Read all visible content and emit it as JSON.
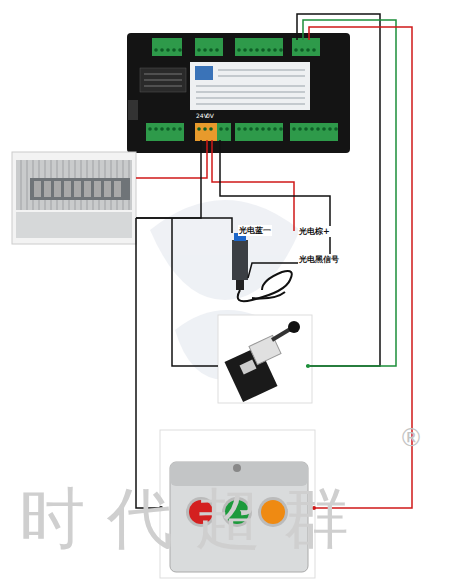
{
  "diagram": {
    "nodes": [
      {
        "text": [
          "24V",
          "0V"
        ]
      }
    ],
    "labels": [
      "光电蓝一",
      "光电棕+",
      "光电黑信号",
      "时代超群",
      "®"
    ]
  }
}
